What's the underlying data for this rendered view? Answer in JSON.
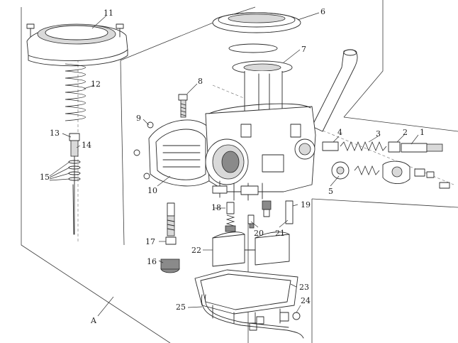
{
  "callouts": [
    {
      "id": "1",
      "label": "1"
    },
    {
      "id": "2",
      "label": "2"
    },
    {
      "id": "3",
      "label": "3"
    },
    {
      "id": "4",
      "label": "4"
    },
    {
      "id": "5",
      "label": "5"
    },
    {
      "id": "6",
      "label": "6"
    },
    {
      "id": "7",
      "label": "7"
    },
    {
      "id": "8",
      "label": "8"
    },
    {
      "id": "9",
      "label": "9"
    },
    {
      "id": "10",
      "label": "10"
    },
    {
      "id": "11",
      "label": "11"
    },
    {
      "id": "12",
      "label": "12"
    },
    {
      "id": "13",
      "label": "13"
    },
    {
      "id": "14",
      "label": "14"
    },
    {
      "id": "15",
      "label": "15"
    },
    {
      "id": "16",
      "label": "16"
    },
    {
      "id": "17",
      "label": "17"
    },
    {
      "id": "18",
      "label": "18"
    },
    {
      "id": "19",
      "label": "19"
    },
    {
      "id": "20",
      "label": "20"
    },
    {
      "id": "21",
      "label": "21"
    },
    {
      "id": "22",
      "label": "22"
    },
    {
      "id": "23",
      "label": "23"
    },
    {
      "id": "24",
      "label": "24"
    },
    {
      "id": "25",
      "label": "25"
    }
  ],
  "section_label": "A"
}
